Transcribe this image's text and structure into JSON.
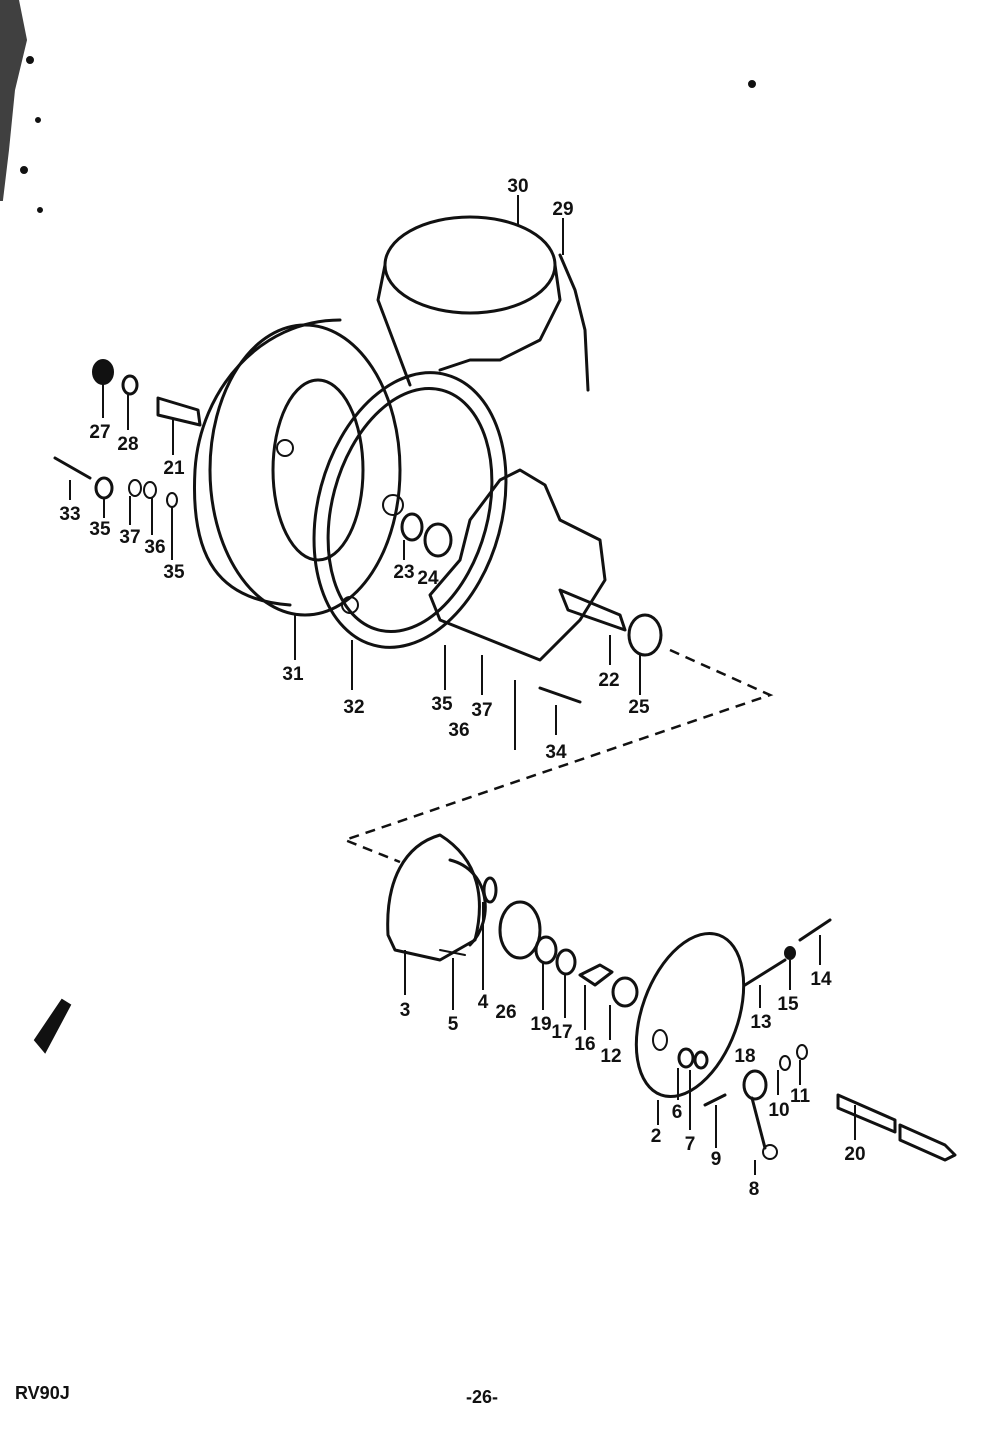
{
  "model_code": "RV90J",
  "page_number": "-26-",
  "callouts": [
    {
      "id": "c1",
      "text": "30"
    },
    {
      "id": "c2",
      "text": "29"
    },
    {
      "id": "c3",
      "text": "27"
    },
    {
      "id": "c4",
      "text": "28"
    },
    {
      "id": "c5",
      "text": "21"
    },
    {
      "id": "c6",
      "text": "33"
    },
    {
      "id": "c7",
      "text": "35"
    },
    {
      "id": "c8",
      "text": "37"
    },
    {
      "id": "c9",
      "text": "36"
    },
    {
      "id": "c10",
      "text": "35"
    },
    {
      "id": "c11",
      "text": "23"
    },
    {
      "id": "c12",
      "text": "24"
    },
    {
      "id": "c13",
      "text": "31"
    },
    {
      "id": "c14",
      "text": "32"
    },
    {
      "id": "c15",
      "text": "35"
    },
    {
      "id": "c16",
      "text": "36"
    },
    {
      "id": "c17",
      "text": "37"
    },
    {
      "id": "c18",
      "text": "22"
    },
    {
      "id": "c19",
      "text": "25"
    },
    {
      "id": "c20",
      "text": "34"
    },
    {
      "id": "c21",
      "text": "3"
    },
    {
      "id": "c22",
      "text": "5"
    },
    {
      "id": "c23",
      "text": "4"
    },
    {
      "id": "c24",
      "text": "26"
    },
    {
      "id": "c25",
      "text": "19"
    },
    {
      "id": "c26",
      "text": "17"
    },
    {
      "id": "c27",
      "text": "16"
    },
    {
      "id": "c28",
      "text": "12"
    },
    {
      "id": "c29",
      "text": "13"
    },
    {
      "id": "c30",
      "text": "15"
    },
    {
      "id": "c31",
      "text": "14"
    },
    {
      "id": "c32",
      "text": "18"
    },
    {
      "id": "c33",
      "text": "6"
    },
    {
      "id": "c34",
      "text": "2"
    },
    {
      "id": "c35",
      "text": "7"
    },
    {
      "id": "c36",
      "text": "9"
    },
    {
      "id": "c37",
      "text": "10"
    },
    {
      "id": "c38",
      "text": "11"
    },
    {
      "id": "c39",
      "text": "8"
    },
    {
      "id": "c40",
      "text": "20"
    }
  ]
}
